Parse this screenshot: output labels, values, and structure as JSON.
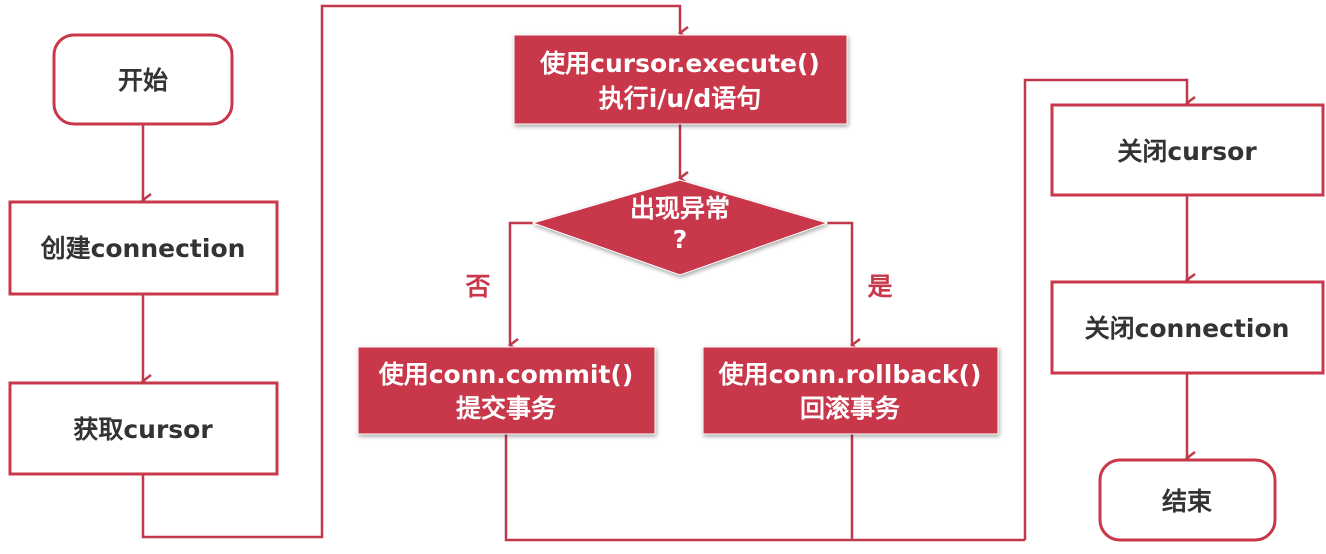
{
  "nodes": {
    "start": "开始",
    "create_connection": "创建connection",
    "get_cursor": "获取cursor",
    "execute_line1": "使用cursor.execute()",
    "execute_line2": "执行i/u/d语句",
    "decision_line1": "出现异常",
    "decision_line2": "?",
    "commit_line1": "使用conn.commit()",
    "commit_line2": "提交事务",
    "rollback_line1": "使用conn.rollback()",
    "rollback_line2": "回滚事务",
    "close_cursor": "关闭cursor",
    "close_connection": "关闭connection",
    "end": "结束"
  },
  "branches": {
    "no": "否",
    "yes": "是"
  },
  "colors": {
    "accent": "#c8374a",
    "text": "#333333"
  }
}
